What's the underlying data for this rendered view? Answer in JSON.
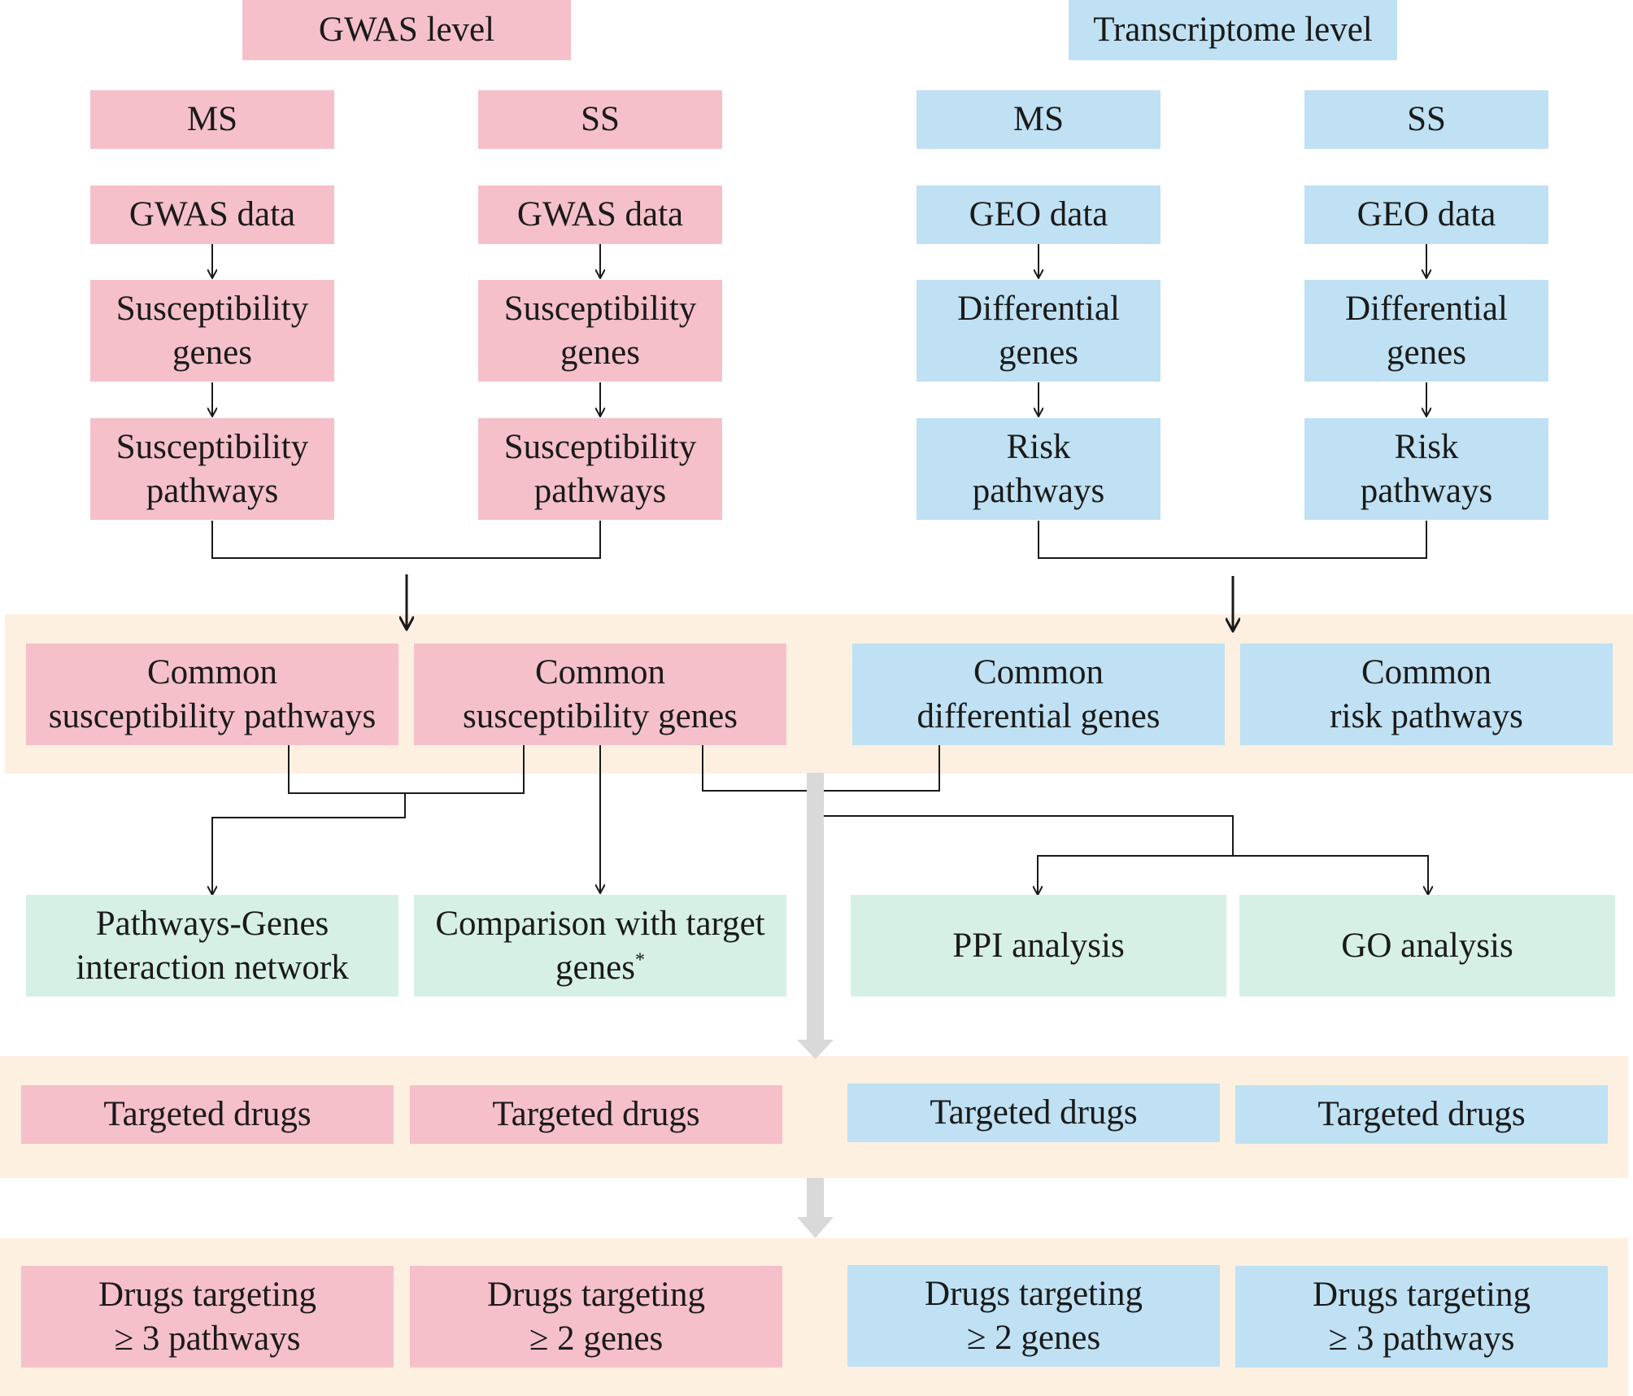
{
  "colors": {
    "gwas": "#f5c0ca",
    "transcriptome": "#bfe1f3",
    "analysis": "#d6f0e6",
    "band": "#fdf0e0",
    "big_arrow": "#d9d9d9"
  },
  "headers": {
    "gwas": "GWAS level",
    "transcriptome": "Transcriptome  level"
  },
  "gwas": {
    "ms": {
      "label": "MS",
      "data": "GWAS data",
      "genes": "Susceptibility\ngenes",
      "pathways": "Susceptibility\npathways"
    },
    "ss": {
      "label": "SS",
      "data": "GWAS data",
      "genes": "Susceptibility\ngenes",
      "pathways": "Susceptibility\npathways"
    }
  },
  "transcriptome": {
    "ms": {
      "label": "MS",
      "data": "GEO data",
      "genes": "Differential\ngenes",
      "pathways": "Risk\npathways"
    },
    "ss": {
      "label": "SS",
      "data": "GEO data",
      "genes": "Differential\ngenes",
      "pathways": "Risk\npathways"
    }
  },
  "common": {
    "susceptibility_pathways": "Common\nsusceptibility pathways",
    "susceptibility_genes": "Common\nsusceptibility genes",
    "differential_genes": "Common\ndifferential genes",
    "risk_pathways": "Common\nrisk pathways"
  },
  "analysis": {
    "network": "Pathways-Genes\ninteraction network",
    "comparison": "Comparison with target\ngenes",
    "comparison_mark": "*",
    "ppi": "PPI analysis",
    "go": "GO analysis"
  },
  "targeted": [
    "Targeted drugs",
    "Targeted drugs",
    "Targeted drugs",
    "Targeted drugs"
  ],
  "drugs": [
    "Drugs targeting\n≥ 3 pathways",
    "Drugs targeting\n≥ 2 genes",
    "Drugs targeting\n≥ 2 genes",
    "Drugs targeting\n≥ 3 pathways"
  ]
}
